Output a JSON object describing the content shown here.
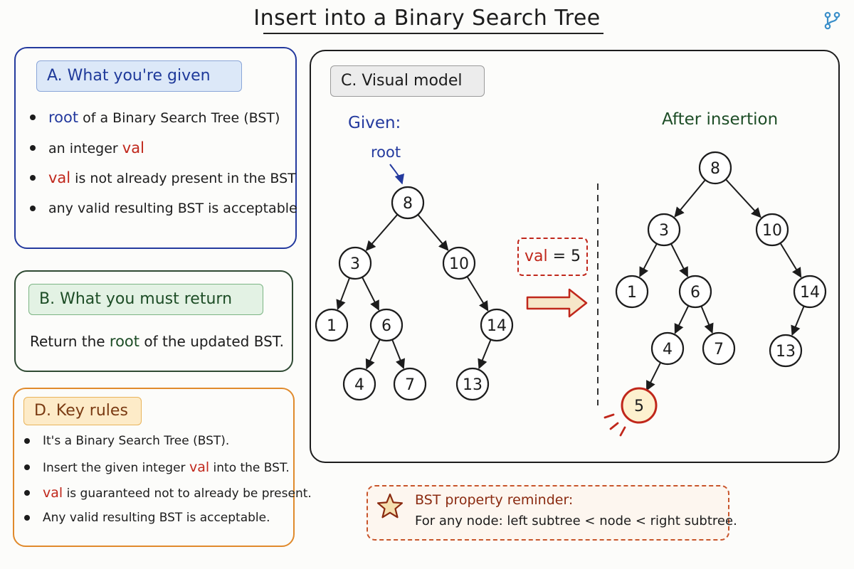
{
  "title": "Insert into a Binary Search Tree",
  "icons": {
    "corner": "branch-icon",
    "reminder": "star-icon"
  },
  "panel_a": {
    "heading": "A. What you're given",
    "items": [
      {
        "kw": "root",
        "text": " of a Binary Search Tree (BST)"
      },
      {
        "pre": "an integer ",
        "kw": "val"
      },
      {
        "kw": "val",
        "text": " is not already present in the BST"
      },
      {
        "text": "any valid resulting BST is acceptable"
      }
    ]
  },
  "panel_b": {
    "heading": "B. What you must return",
    "pre": "Return the ",
    "kw": "root",
    "post": " of the updated BST."
  },
  "panel_d": {
    "heading": "D. Key rules",
    "items": [
      {
        "text": "It's a Binary Search Tree (BST)."
      },
      {
        "pre": "Insert the given integer ",
        "kw": "val",
        "post": " into the BST."
      },
      {
        "kw": "val",
        "post": " is guaranteed not to already be present."
      },
      {
        "text": "Any valid resulting BST is acceptable."
      }
    ]
  },
  "panel_c": {
    "heading": "C. Visual model",
    "given_label": "Given:",
    "after_label": "After insertion",
    "root_label": "root",
    "val_label": {
      "kw": "val",
      "eq": " = ",
      "value": "5"
    },
    "given_tree": {
      "nodes": [
        "8",
        "3",
        "10",
        "1",
        "6",
        "14",
        "4",
        "7",
        "13"
      ],
      "edges": [
        [
          "8",
          "3"
        ],
        [
          "8",
          "10"
        ],
        [
          "3",
          "1"
        ],
        [
          "3",
          "6"
        ],
        [
          "10",
          "14"
        ],
        [
          "6",
          "4"
        ],
        [
          "6",
          "7"
        ],
        [
          "14",
          "13"
        ]
      ]
    },
    "after_tree": {
      "nodes": [
        "8",
        "3",
        "10",
        "1",
        "6",
        "14",
        "4",
        "7",
        "13",
        "5"
      ],
      "edges": [
        [
          "8",
          "3"
        ],
        [
          "8",
          "10"
        ],
        [
          "3",
          "1"
        ],
        [
          "3",
          "6"
        ],
        [
          "10",
          "14"
        ],
        [
          "6",
          "4"
        ],
        [
          "6",
          "7"
        ],
        [
          "14",
          "13"
        ],
        [
          "4",
          "5"
        ]
      ],
      "inserted": "5"
    }
  },
  "reminder": {
    "title": "BST property reminder:",
    "body": "For any node: left subtree < node < right subtree."
  },
  "colors": {
    "blue": "#243a9e",
    "red": "#c0271b",
    "green": "#1d4d26",
    "orange": "#e08a2c",
    "insert_fill": "#fdf1cf"
  }
}
